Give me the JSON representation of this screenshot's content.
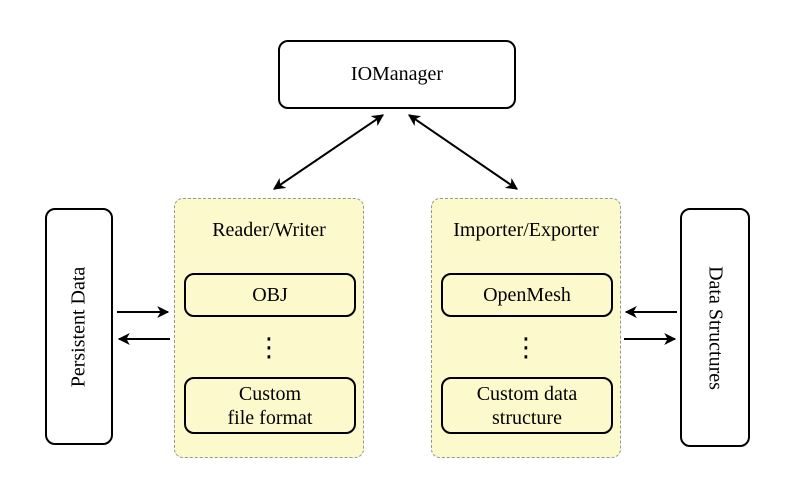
{
  "nodes": {
    "io_manager": {
      "label": "IOManager"
    },
    "persistent_data": {
      "label": "Persistent Data"
    },
    "data_structures": {
      "label": "Data Structures"
    }
  },
  "groups": {
    "reader_writer": {
      "label": "Reader/Writer",
      "ellipsis": "⋮",
      "items": [
        {
          "lines": [
            "OBJ"
          ]
        },
        {
          "lines": [
            "Custom",
            "file format"
          ]
        }
      ]
    },
    "importer_exporter": {
      "label": "Importer/Exporter",
      "ellipsis": "⋮",
      "items": [
        {
          "lines": [
            "OpenMesh"
          ]
        },
        {
          "lines": [
            "Custom data",
            "structure"
          ]
        }
      ]
    }
  },
  "colors": {
    "group_fill": "#FCF9CC",
    "group_border": "#979797",
    "node_border": "#000000",
    "arrow": "#000000",
    "background": "#FFFFFF"
  }
}
